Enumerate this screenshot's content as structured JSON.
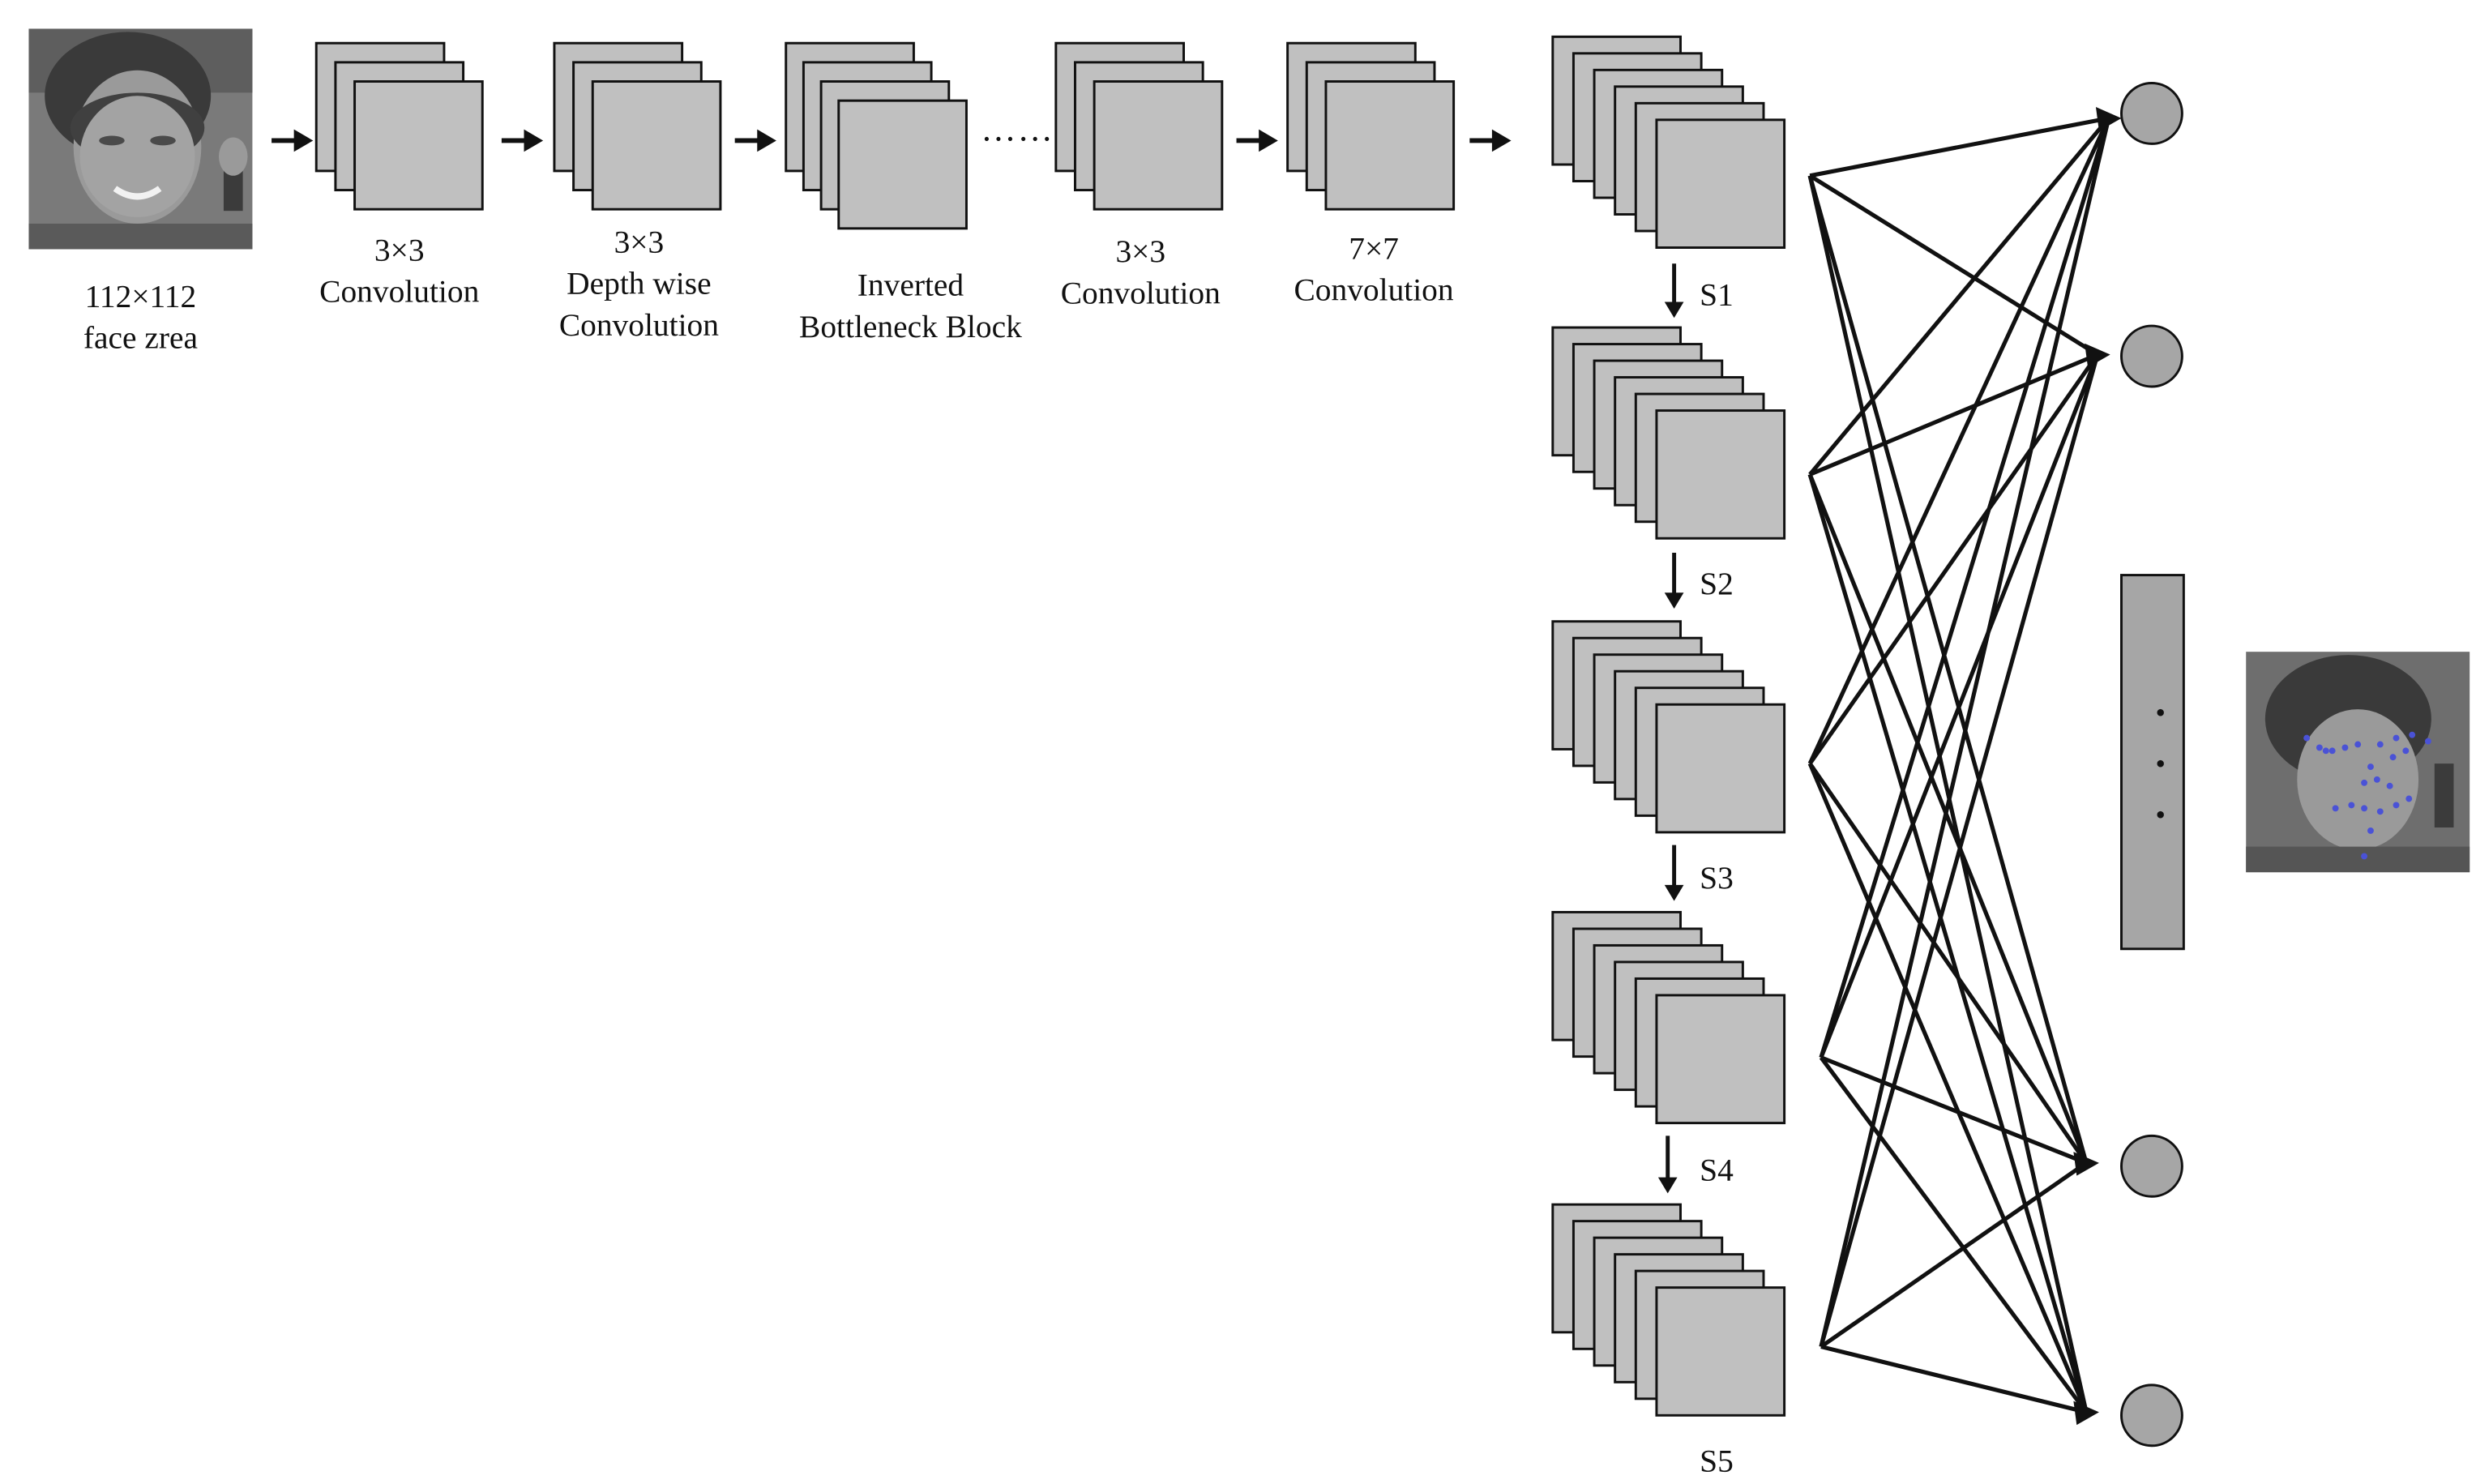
{
  "colors": {
    "block_fill": "#c0c0c0",
    "stroke": "#111111",
    "node_fill": "#a6a6a6",
    "photo_bg": "#6e6e6e",
    "landmark": "#4a52d6"
  },
  "input": {
    "label_size": "112×112",
    "label_text": "face zrea"
  },
  "stages": [
    {
      "line1": "3×3",
      "line2": "Convolution",
      "line3": ""
    },
    {
      "line1": "3×3",
      "line2": "Depth wise",
      "line3": "Convolution"
    },
    {
      "line1": "Inverted",
      "line2": "Bottleneck Block",
      "line3": ""
    },
    {
      "line1": "3×3",
      "line2": "Convolution",
      "line3": ""
    },
    {
      "line1": "7×7",
      "line2": "Convolution",
      "line3": ""
    }
  ],
  "ellipsis": "……",
  "scales": [
    "S1",
    "S2",
    "S3",
    "S4",
    "S5"
  ],
  "output": {
    "nodes": 4,
    "vector_dots": "• • •",
    "result_icon": "face-with-landmarks-image"
  }
}
